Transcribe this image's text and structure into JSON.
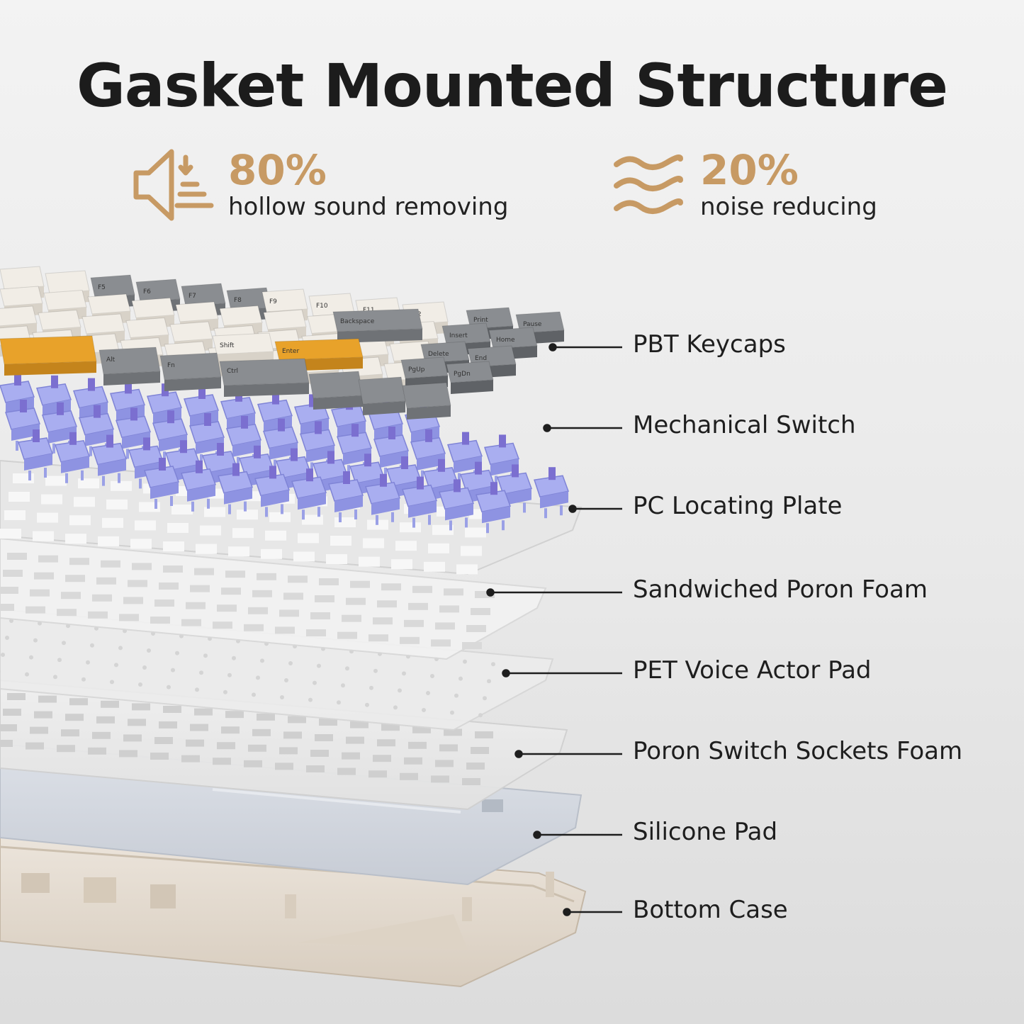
{
  "title": "Gasket Mounted Structure",
  "stats": [
    {
      "value": "80%",
      "label": "hollow sound removing",
      "icon": "speaker-muffle-icon"
    },
    {
      "value": "20%",
      "label": "noise reducing",
      "icon": "sound-wave-icon"
    }
  ],
  "layers": [
    "PBT Keycaps",
    "Mechanical Switch",
    "PC Locating Plate",
    "Sandwiched Poron Foam",
    "PET Voice Actor Pad",
    "Poron Switch Sockets Foam",
    "Silicone Pad",
    "Bottom Case"
  ],
  "keycap_legends": [
    "F5",
    "F6",
    "F7",
    "F8",
    "F9",
    "F10",
    "F11",
    "F12",
    "Print",
    "Pause",
    "Backspace",
    "Insert",
    "Home",
    "Delete",
    "End",
    "Enter",
    "Shift",
    "PgUp",
    "PgDn",
    "Alt",
    "Fn",
    "Ctrl"
  ],
  "colors": {
    "accent": "#c79a64",
    "keycap_white": "#f1ede6",
    "keycap_gray": "#8a8d91",
    "keycap_orange": "#e8a22a",
    "switch_purple": "#8e8ee6",
    "case_beige": "#e4dbd0"
  }
}
